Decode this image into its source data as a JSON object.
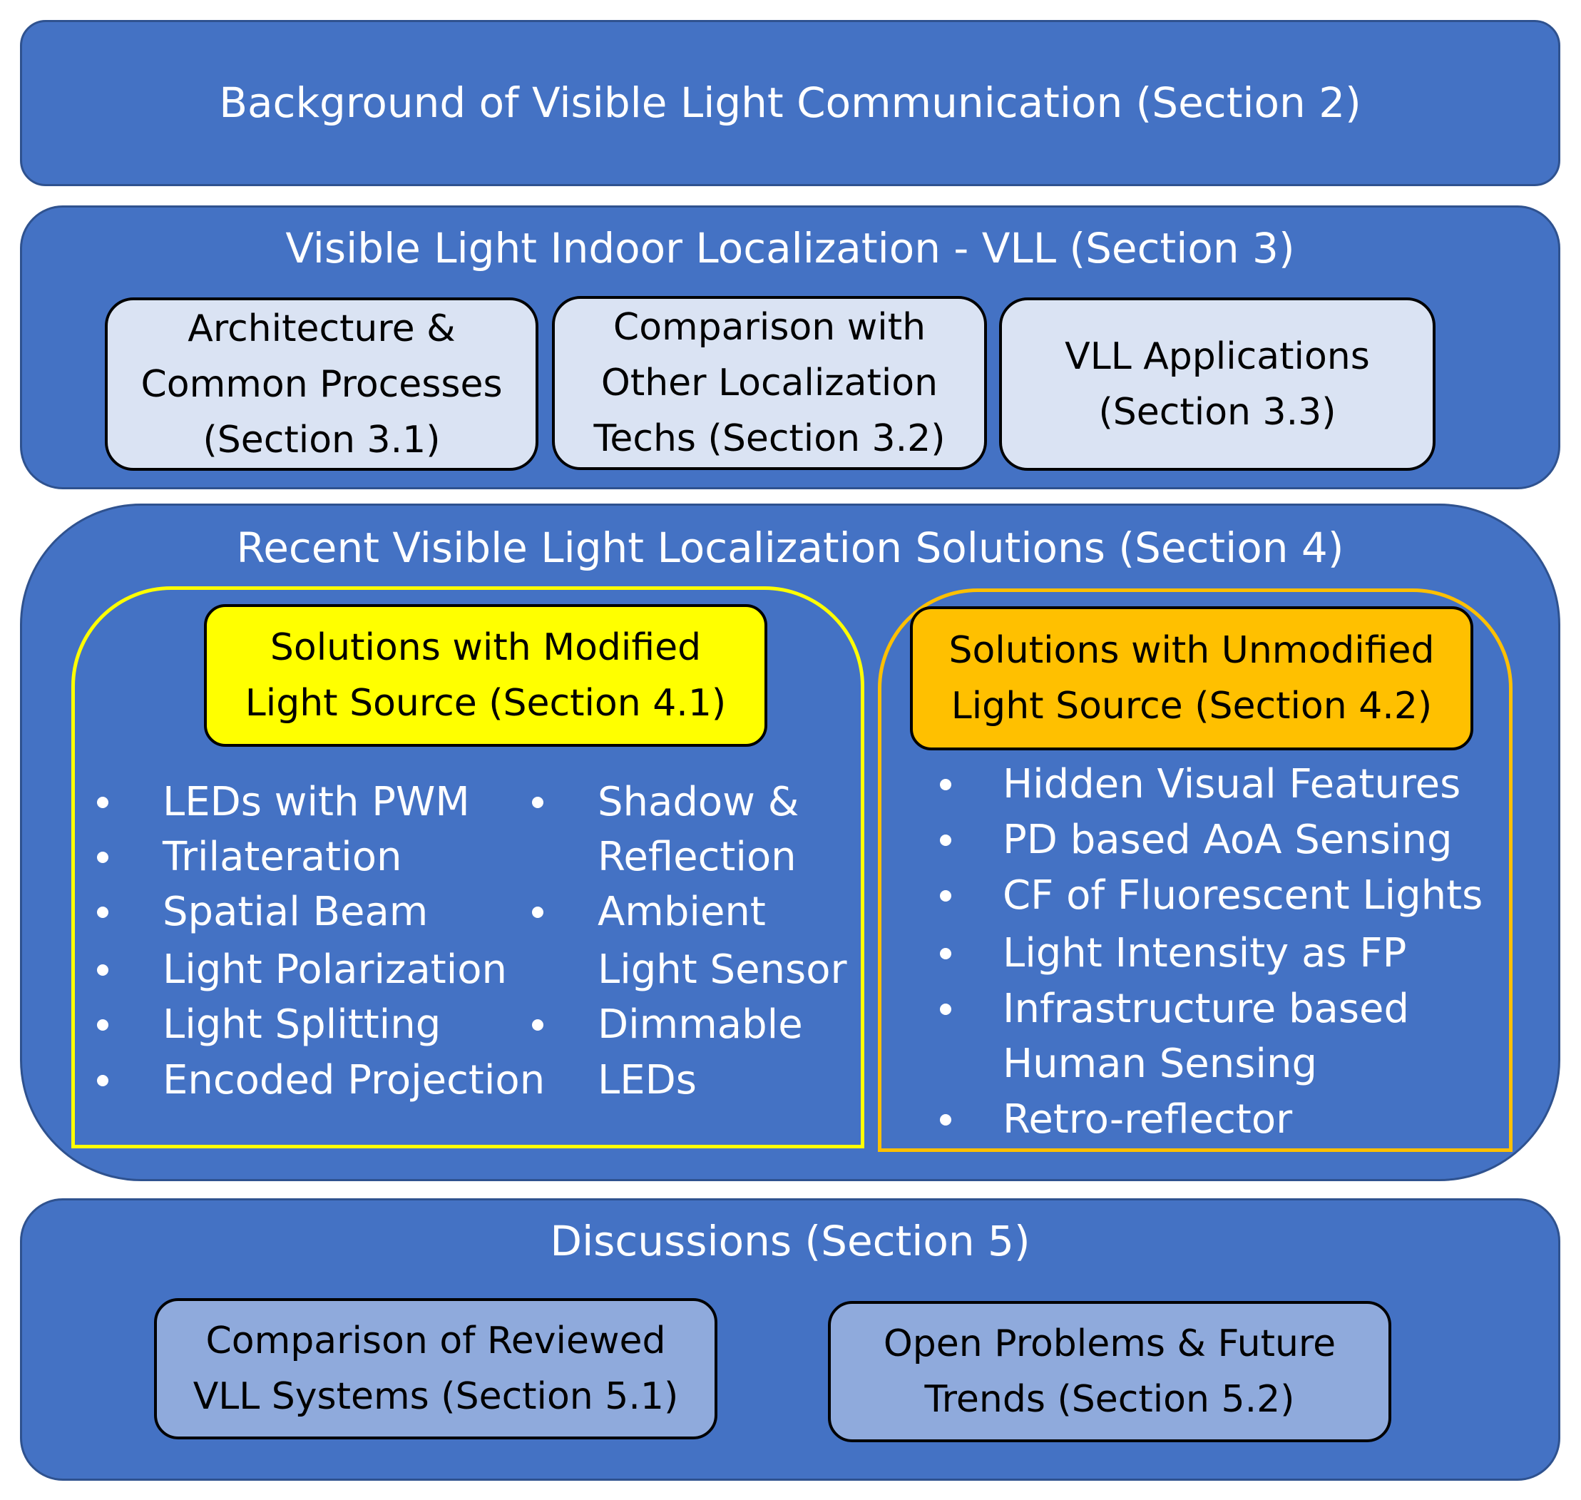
{
  "colors": {
    "band_fill": "#4472c4",
    "band_border": "#2f528f",
    "light_box": "#dae3f3",
    "mid_box": "#8faadc",
    "modified_box": "#ffff00",
    "unmodified_box": "#ffc000"
  },
  "section2": {
    "title": "Background of Visible Light Communication (Section 2)"
  },
  "section3": {
    "title": "Visible Light Indoor Localization - VLL (Section 3)",
    "boxes": [
      "Architecture &\nCommon Processes\n(Section 3.1)",
      "Comparison with\nOther Localization\nTechs (Section 3.2)",
      "VLL Applications\n(Section 3.3)"
    ]
  },
  "section4": {
    "title": "Recent Visible Light Localization Solutions (Section 4)",
    "modified": {
      "header": "Solutions with Modified\nLight Source (Section 4.1)",
      "col1": [
        "LEDs  with PWM",
        "Trilateration",
        "Spatial Beam",
        "Light Polarization",
        "Light Splitting",
        "Encoded Projection"
      ],
      "col2": [
        "Shadow &",
        "Reflection",
        "Ambient",
        "Light Sensor",
        "Dimmable",
        "LEDs"
      ]
    },
    "unmodified": {
      "header": "Solutions with Unmodified\nLight Source (Section 4.2)",
      "items": [
        "Hidden Visual Features",
        "PD based AoA Sensing",
        "CF of Fluorescent Lights",
        "Light Intensity as FP",
        "Infrastructure based",
        "Human Sensing",
        "Retro-reflector"
      ]
    }
  },
  "section5": {
    "title": "Discussions (Section 5)",
    "boxes": [
      "Comparison of Reviewed\nVLL Systems (Section 5.1)",
      "Open Problems & Future\nTrends (Section 5.2)"
    ]
  }
}
